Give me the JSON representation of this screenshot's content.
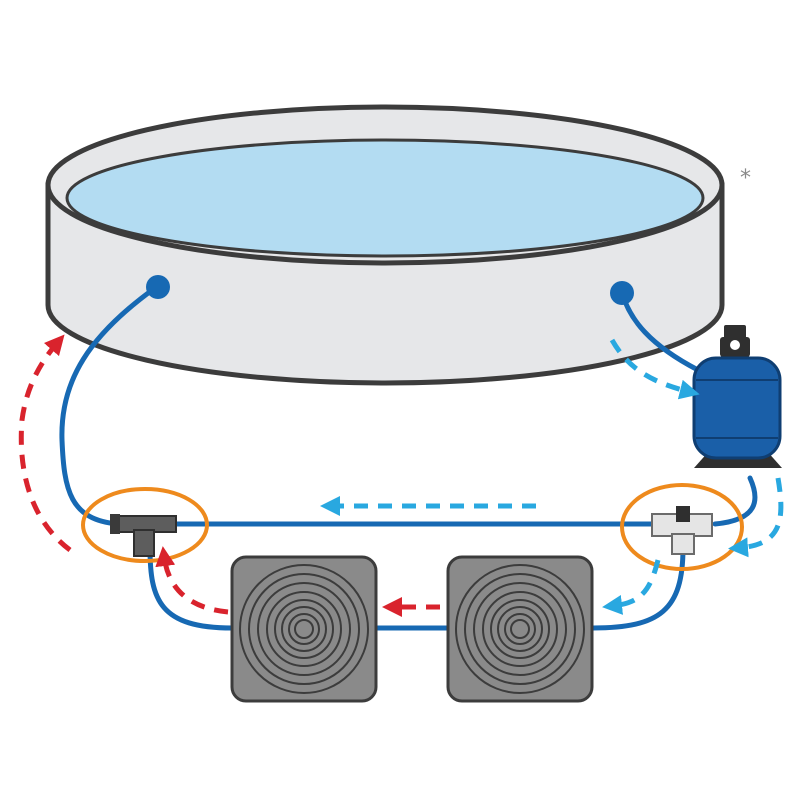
{
  "title": "",
  "footnote_mark": "*",
  "colors": {
    "pool_wall": "#e6e7e9",
    "water": "#b3dcf2",
    "outline": "#3c3c3c",
    "pipe": "#1769b3",
    "flow_cold": "#29a8e0",
    "flow_warm": "#d9232d",
    "connector_highlight": "#ee8a1d",
    "filter_body": "#1a5fa8",
    "filter_base": "#2f2f2f",
    "panel_fill": "#8a8a8a",
    "panel_rings": "#3c3c3c",
    "tee_fitting": "#5d5d5d",
    "valve_body": "#e5e5e5"
  },
  "components": [
    {
      "name": "pool",
      "icon": "above-ground-pool-icon"
    },
    {
      "name": "inlet-nozzle",
      "icon": "circle-port-icon"
    },
    {
      "name": "outlet-skimmer",
      "icon": "circle-port-icon"
    },
    {
      "name": "sand-filter",
      "icon": "filter-tank-icon"
    },
    {
      "name": "bypass-valve",
      "icon": "three-way-valve-icon"
    },
    {
      "name": "tee-connector",
      "icon": "tee-fitting-icon"
    },
    {
      "name": "solar-panel-1",
      "icon": "solar-heater-panel-icon"
    },
    {
      "name": "solar-panel-2",
      "icon": "solar-heater-panel-icon"
    }
  ],
  "flow": {
    "cold_arrows": [
      "outlet-to-filter",
      "bypass-return",
      "filter-to-valve",
      "valve-to-panels"
    ],
    "warm_arrows": [
      "panel-to-panel",
      "panels-to-tee",
      "tee-to-pool"
    ]
  }
}
